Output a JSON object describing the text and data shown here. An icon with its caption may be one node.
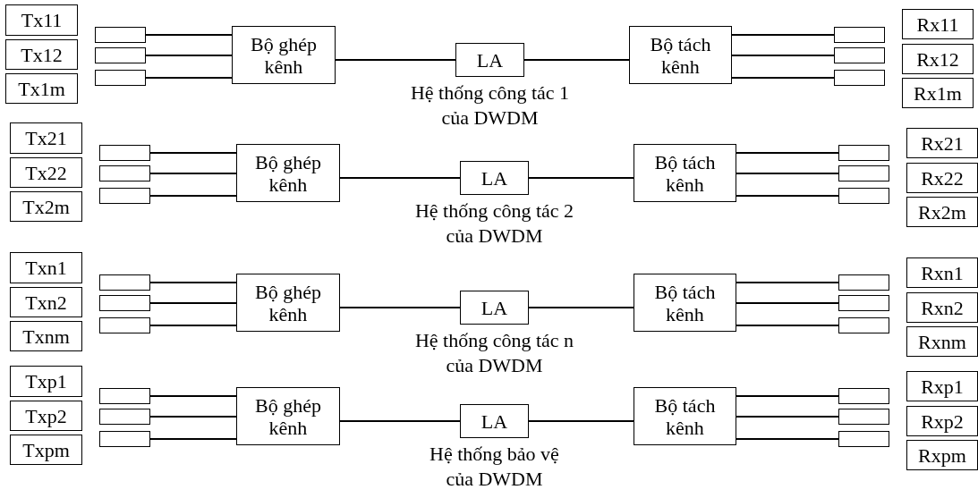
{
  "diagram": {
    "nodes": [
      {
        "text": [
          "Tx11"
        ]
      },
      {
        "text": [
          "Tx12"
        ]
      },
      {
        "text": [
          "Tx1m"
        ]
      },
      {
        "text": [],
        "shape": "box"
      },
      {
        "text": [],
        "shape": "box"
      },
      {
        "text": [],
        "shape": "box"
      },
      {
        "text": [
          "Bộ ghép kênh"
        ]
      },
      {
        "text": [
          "LA"
        ],
        "beside": [
          "Hệ thống công tác 1 của DWDM"
        ]
      },
      {
        "text": [
          "Bộ tách kênh"
        ]
      },
      {
        "text": [],
        "shape": "box"
      },
      {
        "text": [],
        "shape": "box"
      },
      {
        "text": [],
        "shape": "box"
      },
      {
        "text": [
          "Rx11"
        ]
      },
      {
        "text": [
          "Rx12"
        ]
      },
      {
        "text": [
          "Rx1m"
        ]
      },
      {
        "text": [
          "Tx21"
        ]
      },
      {
        "text": [
          "Tx22"
        ]
      },
      {
        "text": [
          "Tx2m"
        ]
      },
      {
        "text": [],
        "shape": "box"
      },
      {
        "text": [],
        "shape": "box"
      },
      {
        "text": [],
        "shape": "box"
      },
      {
        "text": [
          "Bộ ghép kênh"
        ]
      },
      {
        "text": [
          "LA"
        ],
        "beside": [
          "Hệ thống công tác 2 của DWDM"
        ]
      },
      {
        "text": [
          "Bộ tách kênh"
        ]
      },
      {
        "text": [],
        "shape": "box"
      },
      {
        "text": [],
        "shape": "box"
      },
      {
        "text": [],
        "shape": "box"
      },
      {
        "text": [
          "Rx21"
        ]
      },
      {
        "text": [
          "Rx22"
        ]
      },
      {
        "text": [
          "Rx2m"
        ]
      },
      {
        "text": [
          "Txn1"
        ]
      },
      {
        "text": [
          "Txn2"
        ]
      },
      {
        "text": [
          "Txnm"
        ]
      },
      {
        "text": [],
        "shape": "box"
      },
      {
        "text": [],
        "shape": "box"
      },
      {
        "text": [],
        "shape": "box"
      },
      {
        "text": [
          "Bộ ghép kênh"
        ]
      },
      {
        "text": [
          "LA"
        ],
        "beside": [
          "Hệ thống công tác n của DWDM"
        ]
      },
      {
        "text": [
          "Bộ tách kênh"
        ]
      },
      {
        "text": [],
        "shape": "box"
      },
      {
        "text": [],
        "shape": "box"
      },
      {
        "text": [],
        "shape": "box"
      },
      {
        "text": [
          "Rxn1"
        ]
      },
      {
        "text": [
          "Rxn2"
        ]
      },
      {
        "text": [
          "Rxnm"
        ]
      },
      {
        "text": [
          "Txp1"
        ]
      },
      {
        "text": [
          "Txp2"
        ]
      },
      {
        "text": [
          "Txpm"
        ]
      },
      {
        "text": [],
        "shape": "box"
      },
      {
        "text": [],
        "shape": "box"
      },
      {
        "text": [],
        "shape": "box"
      },
      {
        "text": [
          "Bộ ghép kênh"
        ]
      },
      {
        "text": [
          "LA"
        ],
        "beside": [
          "Hệ thống bảo vệ của DWDM"
        ]
      },
      {
        "text": [
          "Bộ tách kênh"
        ]
      },
      {
        "text": [],
        "shape": "box"
      },
      {
        "text": [],
        "shape": "box"
      },
      {
        "text": [],
        "shape": "box"
      },
      {
        "text": [
          "Rxp1"
        ]
      },
      {
        "text": [
          "Rxp2"
        ]
      },
      {
        "text": [
          "Rxpm"
        ]
      }
    ],
    "edges": [
      {
        "from": 3,
        "to": 6,
        "arrow": "none"
      },
      {
        "from": 4,
        "to": 6,
        "arrow": "none"
      },
      {
        "from": 5,
        "to": 6,
        "arrow": "none"
      },
      {
        "from": 6,
        "to": 7,
        "arrow": "none"
      },
      {
        "from": 7,
        "to": 8,
        "arrow": "none"
      },
      {
        "from": 8,
        "to": 9,
        "arrow": "none"
      },
      {
        "from": 8,
        "to": 10,
        "arrow": "none"
      },
      {
        "from": 8,
        "to": 11,
        "arrow": "none"
      },
      {
        "from": 18,
        "to": 21,
        "arrow": "none"
      },
      {
        "from": 19,
        "to": 21,
        "arrow": "none"
      },
      {
        "from": 20,
        "to": 21,
        "arrow": "none"
      },
      {
        "from": 21,
        "to": 22,
        "arrow": "none"
      },
      {
        "from": 22,
        "to": 23,
        "arrow": "none"
      },
      {
        "from": 23,
        "to": 24,
        "arrow": "none"
      },
      {
        "from": 23,
        "to": 25,
        "arrow": "none"
      },
      {
        "from": 23,
        "to": 26,
        "arrow": "none"
      },
      {
        "from": 33,
        "to": 36,
        "arrow": "none"
      },
      {
        "from": 34,
        "to": 36,
        "arrow": "none"
      },
      {
        "from": 35,
        "to": 36,
        "arrow": "none"
      },
      {
        "from": 36,
        "to": 37,
        "arrow": "none"
      },
      {
        "from": 37,
        "to": 38,
        "arrow": "none"
      },
      {
        "from": 38,
        "to": 39,
        "arrow": "none"
      },
      {
        "from": 38,
        "to": 40,
        "arrow": "none"
      },
      {
        "from": 38,
        "to": 41,
        "arrow": "none"
      },
      {
        "from": 48,
        "to": 51,
        "arrow": "none"
      },
      {
        "from": 49,
        "to": 51,
        "arrow": "none"
      },
      {
        "from": 50,
        "to": 51,
        "arrow": "none"
      },
      {
        "from": 51,
        "to": 52,
        "arrow": "none"
      },
      {
        "from": 52,
        "to": 53,
        "arrow": "none"
      },
      {
        "from": 53,
        "to": 54,
        "arrow": "none"
      },
      {
        "from": 53,
        "to": 55,
        "arrow": "none"
      },
      {
        "from": 53,
        "to": 56,
        "arrow": "none"
      }
    ]
  }
}
